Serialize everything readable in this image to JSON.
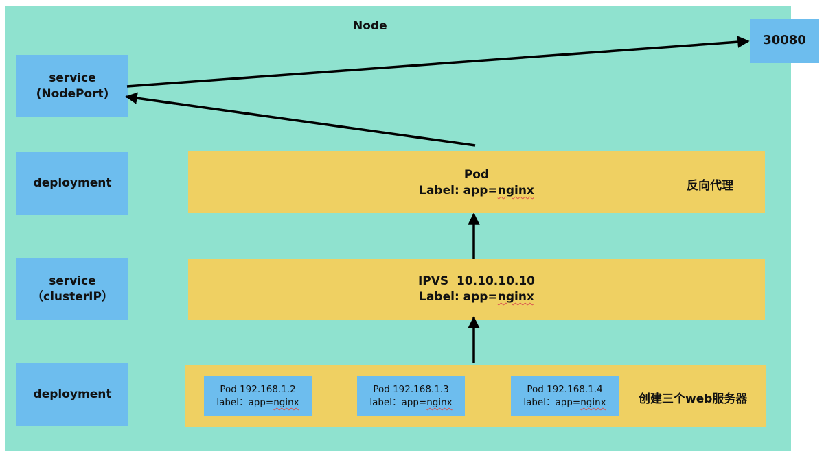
{
  "node": {
    "title": "Node"
  },
  "port": {
    "label": "30080"
  },
  "left_column": [
    {
      "line1": "service",
      "line2": "(NodePort)"
    },
    {
      "line1": "deployment"
    },
    {
      "line1": "service",
      "line2": "（clusterIP）"
    },
    {
      "line1": "deployment"
    }
  ],
  "proxy_pod": {
    "line1": "Pod",
    "label_prefix": "Label: app=",
    "label_value": "nginx",
    "note": "反向代理"
  },
  "ipvs": {
    "line1": "IPVS  10.10.10.10",
    "label_prefix": "Label: app=",
    "label_value": "nginx"
  },
  "web_pods": {
    "pods": [
      {
        "ip_line": "Pod 192.168.1.2",
        "label_prefix": "label：app=",
        "label_value": "nginx"
      },
      {
        "ip_line": "Pod 192.168.1.3",
        "label_prefix": "label：app=",
        "label_value": "nginx"
      },
      {
        "ip_line": "Pod 192.168.1.4",
        "label_prefix": "label：app=",
        "label_value": "nginx"
      }
    ],
    "note": "创建三个web服务器"
  },
  "colors": {
    "node_bg": "#8fe2cf",
    "blue_box": "#6dbdee",
    "yellow_box": "#efd062",
    "arrow": "#000000"
  }
}
